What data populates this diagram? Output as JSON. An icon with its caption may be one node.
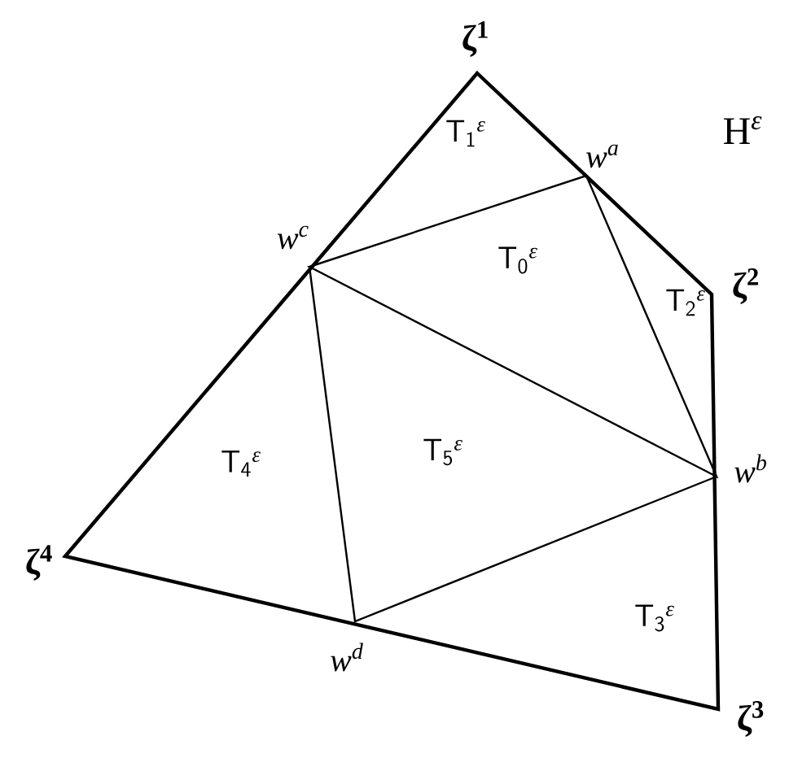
{
  "diagram": {
    "labels": [
      "ζ$^{1}$",
      "H$^{ε}$",
      "w$^{a}$",
      "T$_{1}$$^{ε}$",
      "ζ$^{2}$",
      "w$^{c}$",
      "T$_{0}$$^{ε}$",
      "T$_{2}$$^{ε}$",
      "T$_{4}$$^{ε}$",
      "T$_{5}$$^{ε}$",
      "w$^{b}$",
      "ζ$^{4}$",
      "T$_{3}$$^{ε}$",
      "w$^{d}$",
      "ζ$^{3}$"
    ]
  }
}
